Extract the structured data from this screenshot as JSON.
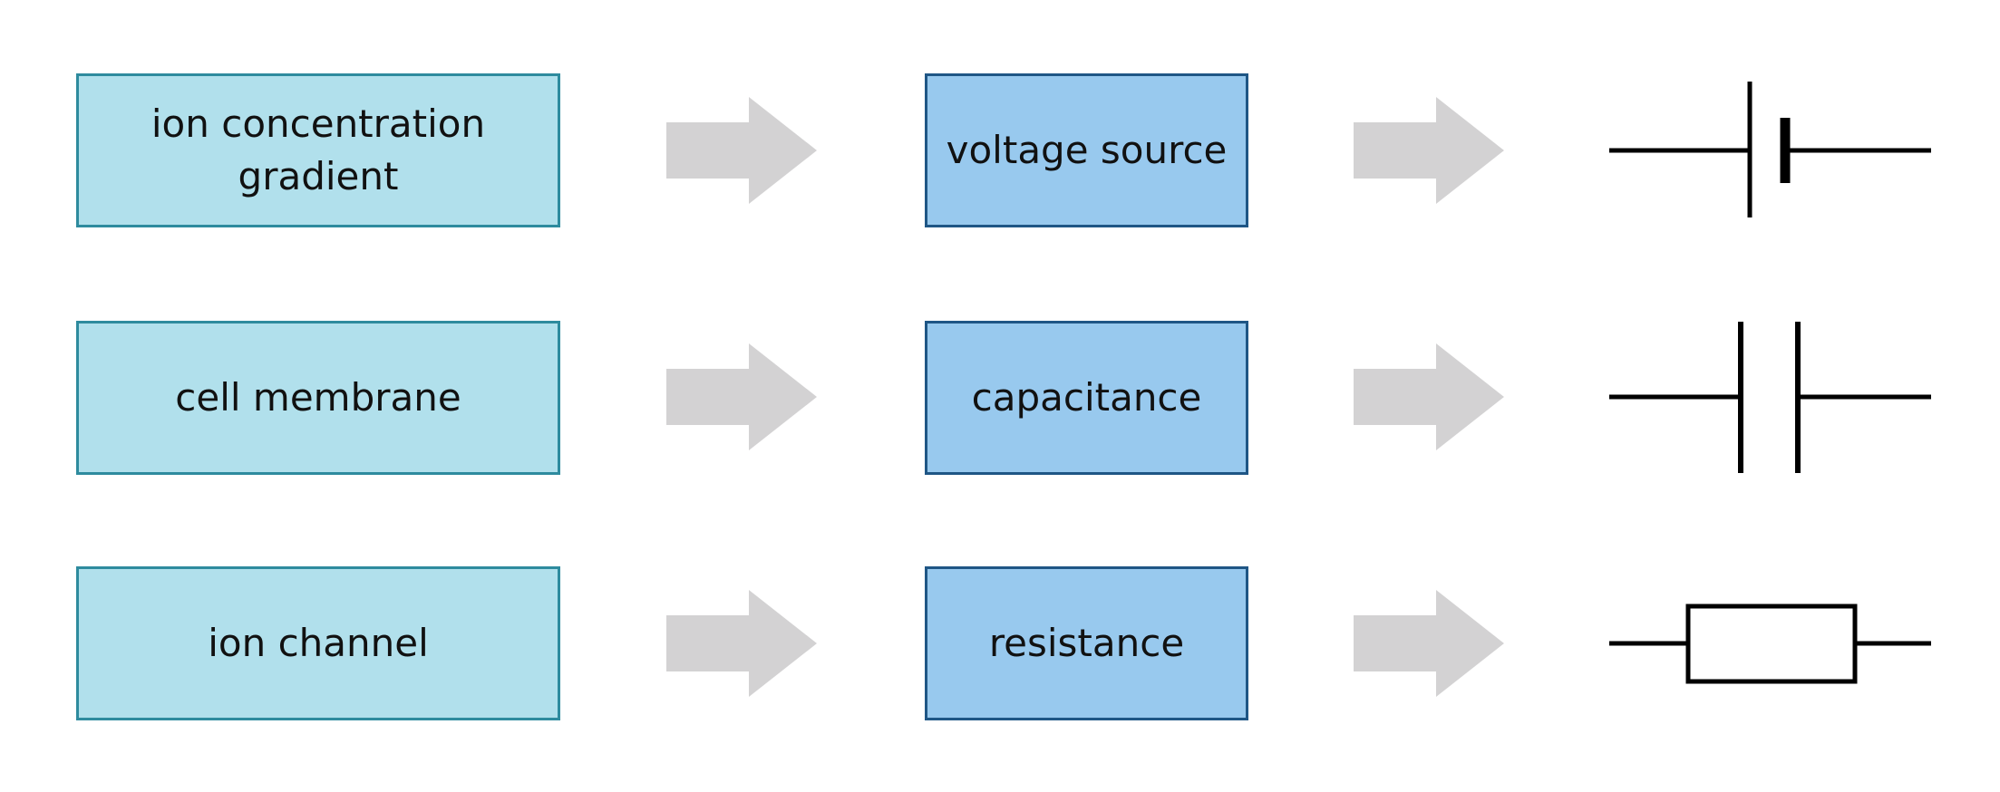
{
  "colors": {
    "biological_fill": "#b1e0ec",
    "biological_border": "#2e8b9e",
    "electrical_fill": "#98c9ee",
    "electrical_border": "#1f5685",
    "arrow": "#d3d2d3",
    "symbol_stroke": "#000000"
  },
  "rows": [
    {
      "biological": "ion concentration\ngradient",
      "electrical": "voltage source",
      "symbol_icon": "battery-symbol-icon"
    },
    {
      "biological": "cell membrane",
      "electrical": "capacitance",
      "symbol_icon": "capacitor-symbol-icon"
    },
    {
      "biological": "ion channel",
      "electrical": "resistance",
      "symbol_icon": "resistor-symbol-icon"
    }
  ]
}
